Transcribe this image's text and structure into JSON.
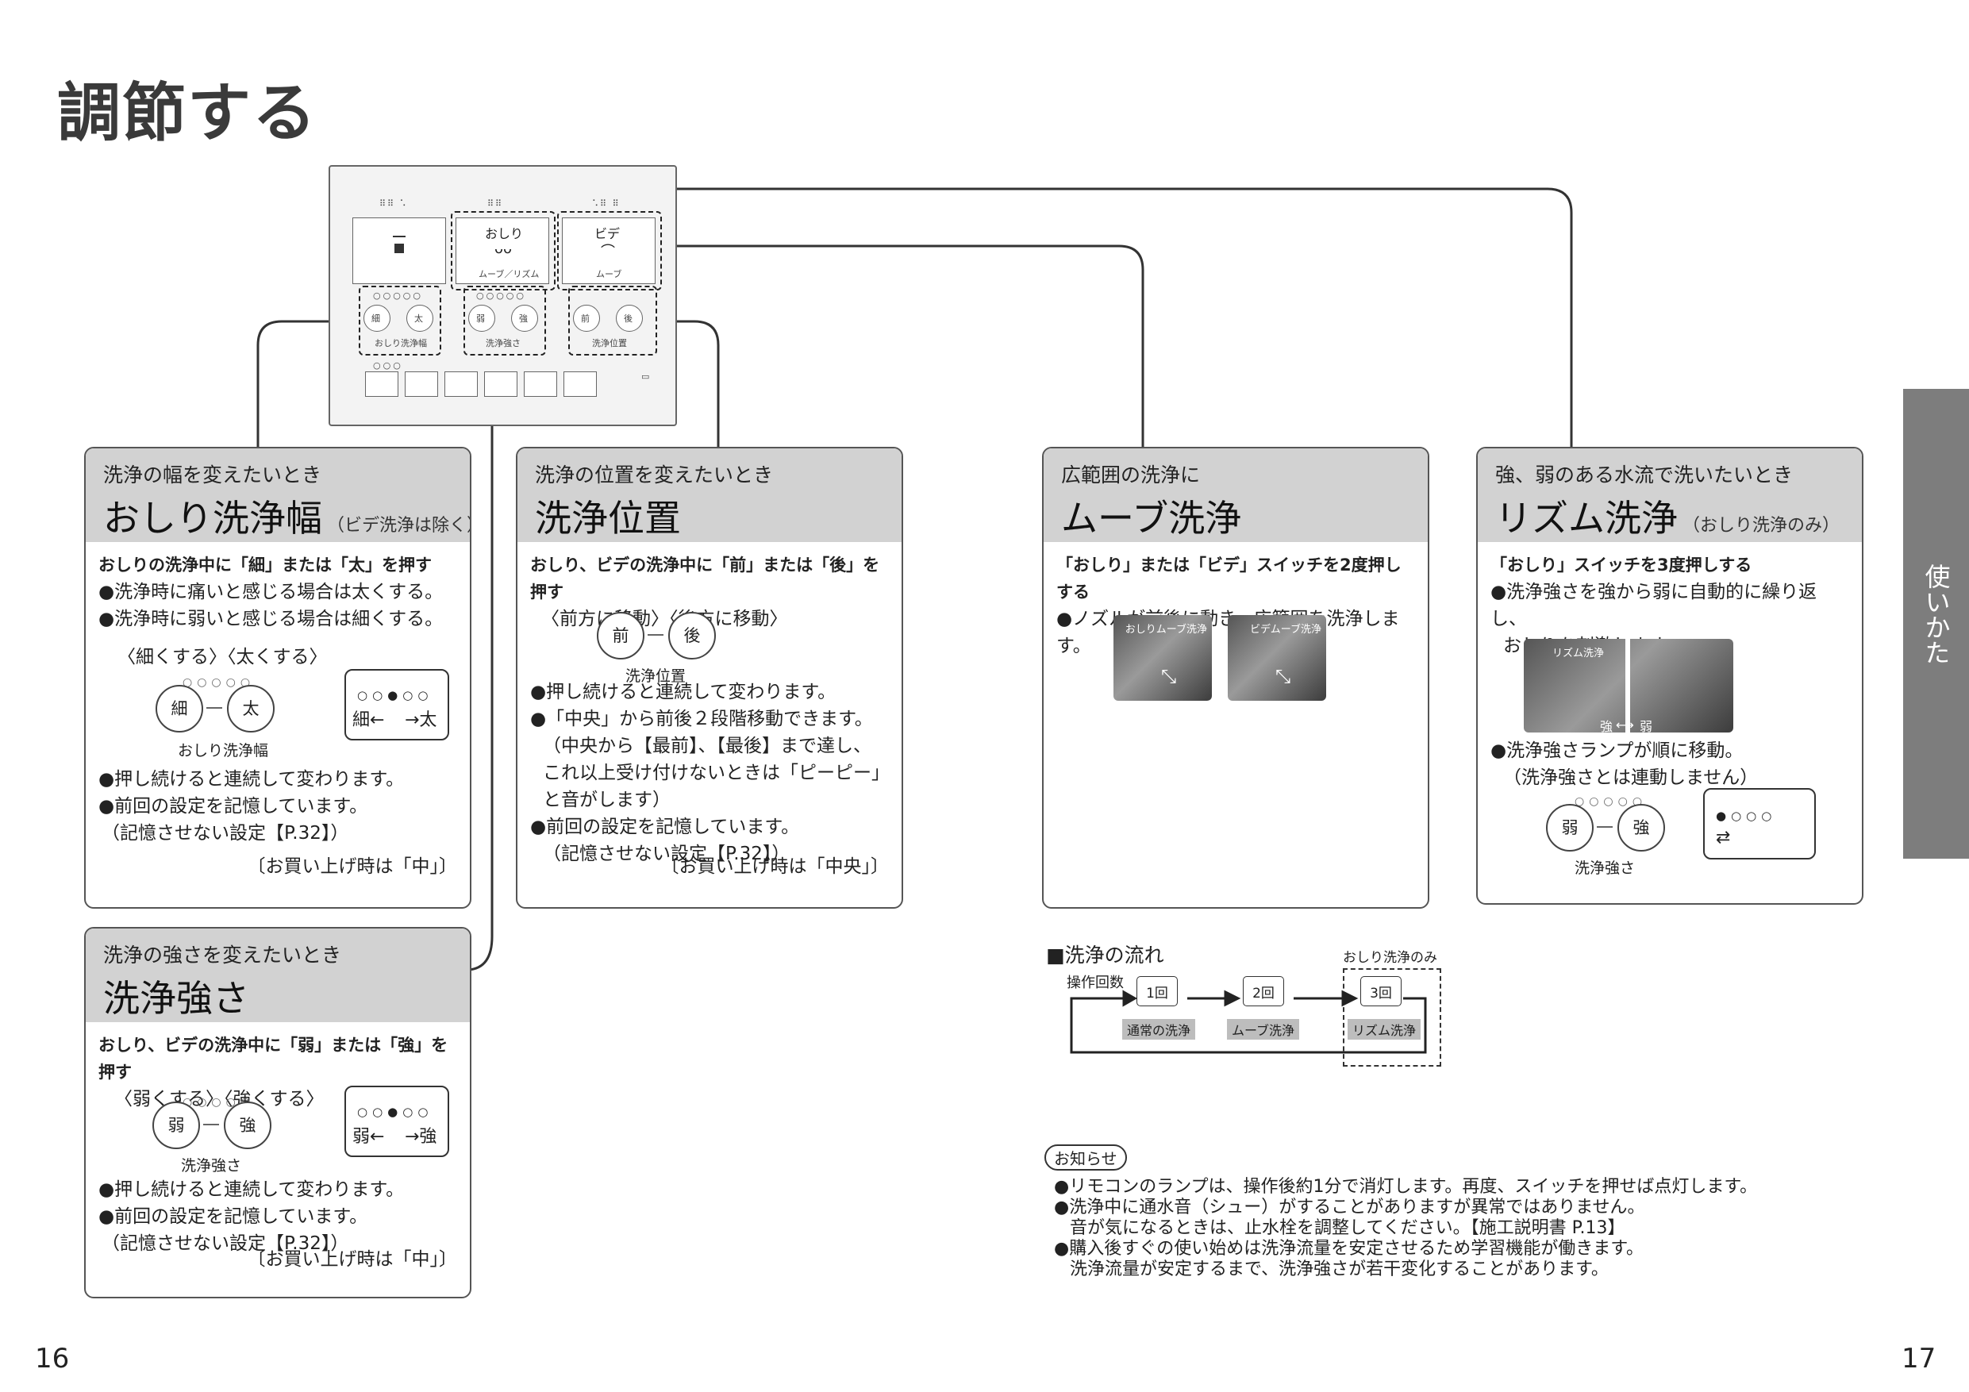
{
  "page": {
    "title": "調節する",
    "page_left": "16",
    "page_right": "17",
    "side_tab": "使いかた"
  },
  "remote": {
    "oshiri": "おしり",
    "oshiri_sub": "ムーブ／リズム",
    "bide": "ビデ",
    "bide_sub": "ムーブ",
    "width_left": "細",
    "width_right": "太",
    "width_label": "おしり洗浄幅",
    "strength_left": "弱",
    "strength_right": "強",
    "strength_label": "洗浄強さ",
    "position_left": "前",
    "position_right": "後",
    "position_label": "洗浄位置"
  },
  "card_width": {
    "sub": "洗浄の幅を変えたいとき",
    "title": "おしり洗浄幅",
    "note": "（ビデ洗浄は除く）",
    "instruction": "おしりの洗浄中に「細」または「太」を押す",
    "bullets": [
      "●洗浄時に痛いと感じる場合は太くする。",
      "●洗浄時に弱いと感じる場合は細くする。"
    ],
    "labels": "〈細くする〉〈太くする〉",
    "btn_left": "細",
    "btn_right": "太",
    "btn_caption": "おしり洗浄幅",
    "bubble_left": "細←",
    "bubble_right": "→太",
    "bullets2": [
      "●押し続けると連続して変わります。",
      "●前回の設定を記憶しています。",
      "（記憶させない設定【P.32】）"
    ],
    "default": "〔お買い上げ時は「中」〕"
  },
  "card_position": {
    "sub": "洗浄の位置を変えたいとき",
    "title": "洗浄位置",
    "instruction": "おしり、ビデの洗浄中に「前」または「後」を押す",
    "labels": "〈前方に移動〉〈後方に移動〉",
    "btn_left": "前",
    "btn_right": "後",
    "btn_caption": "洗浄位置",
    "bullets": [
      "●押し続けると連続して変わります。",
      "●「中央」から前後２段階移動できます。",
      "（中央から【最前】、【最後】まで達し、",
      "これ以上受け付けないときは「ピーピー」",
      "と音がします）",
      "●前回の設定を記憶しています。",
      "（記憶させない設定【P.32】）"
    ],
    "default": "〔お買い上げ時は「中央」〕"
  },
  "card_strength": {
    "sub": "洗浄の強さを変えたいとき",
    "title": "洗浄強さ",
    "instruction": "おしり、ビデの洗浄中に「弱」または「強」を押す",
    "labels": "〈弱くする〉〈強くする〉",
    "btn_left": "弱",
    "btn_right": "強",
    "btn_caption": "洗浄強さ",
    "bubble_left": "弱←",
    "bubble_right": "→強",
    "bullets": [
      "●押し続けると連続して変わります。",
      "●前回の設定を記憶しています。",
      "（記憶させない設定【P.32】）"
    ],
    "default": "〔お買い上げ時は「中」〕"
  },
  "card_move": {
    "sub": "広範囲の洗浄に",
    "title": "ムーブ洗浄",
    "instruction": "「おしり」または「ビデ」スイッチを2度押しする",
    "bullets": [
      "●ノズルが前後に動き、広範囲を洗浄します。"
    ],
    "photo1": "おしりムーブ洗浄",
    "photo2": "ビデムーブ洗浄"
  },
  "card_rhythm": {
    "sub": "強、弱のある水流で洗いたいとき",
    "title": "リズム洗浄",
    "note": "（おしり洗浄のみ）",
    "instruction": "「おしり」スイッチを3度押しする",
    "bullets": [
      "●洗浄強さを強から弱に自動的に繰り返し、",
      "おしりを刺激します。"
    ],
    "photo": "リズム洗浄",
    "photo_strong": "強",
    "photo_weak": "弱",
    "bullets2": [
      "●洗浄強さランプが順に移動。",
      "（洗浄強さとは連動しません）"
    ],
    "btn_left": "弱",
    "btn_right": "強",
    "btn_caption": "洗浄強さ"
  },
  "flow": {
    "heading": "■洗浄の流れ",
    "count_label": "操作回数",
    "oshiri_only": "おしり洗浄のみ",
    "steps": [
      {
        "count": "1回",
        "name": "通常の洗浄"
      },
      {
        "count": "2回",
        "name": "ムーブ洗浄"
      },
      {
        "count": "3回",
        "name": "リズム洗浄"
      }
    ]
  },
  "notice": {
    "badge": "お知らせ",
    "lines": [
      "●リモコンのランプは、操作後約1分で消灯します。再度、スイッチを押せば点灯します。",
      "●洗浄中に通水音（シュー）がすることがありますが異常ではありません。",
      "音が気になるときは、止水栓を調整してください。【施工説明書 P.13】",
      "●購入後すぐの使い始めは洗浄流量を安定させるため学習機能が働きます。",
      "洗浄流量が安定するまで、洗浄強さが若干変化することがあります。"
    ]
  }
}
